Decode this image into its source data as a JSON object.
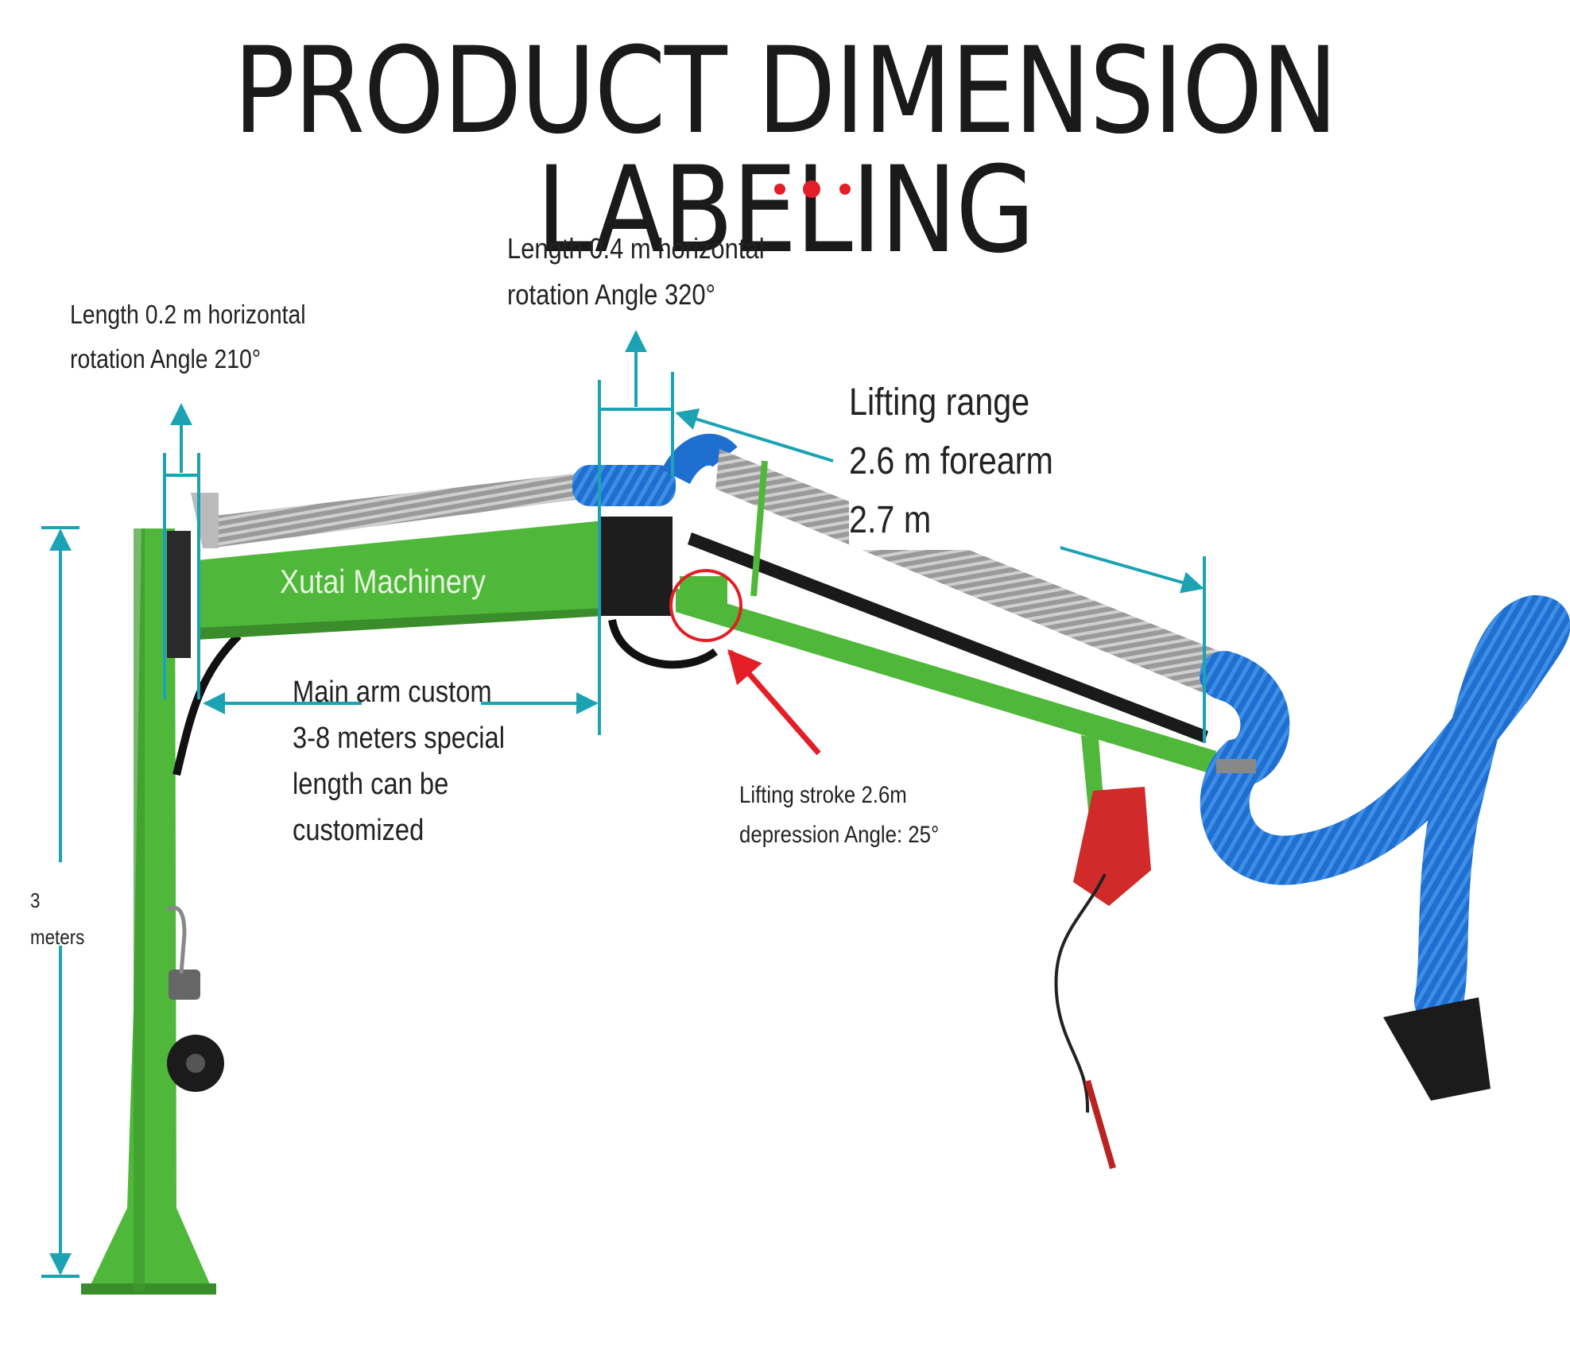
{
  "title": "PRODUCT DIMENSION LABELING",
  "brand": "Xutai Machinery",
  "annotations": {
    "small_joint": [
      "Length 0.2 m horizontal",
      "rotation Angle 210°"
    ],
    "middle_joint": [
      "Length 0.4 m horizontal",
      " rotation Angle 320°"
    ],
    "lifting_range": [
      "Lifting range",
      "2.6 m forearm",
      "2.7 m"
    ],
    "main_arm": [
      "Main arm custom",
      "3-8 meters special",
      "length can be",
      "customized"
    ],
    "lifting_stroke": [
      "Lifting stroke 2.6m",
      "depression Angle: 25°"
    ],
    "height": [
      "3",
      "meters"
    ]
  },
  "colors": {
    "accent_red": "#e41e26",
    "dimension_teal": "#1ba3b4",
    "machine_green": "#4fb83a",
    "hose_blue": "#1e6fd0"
  }
}
